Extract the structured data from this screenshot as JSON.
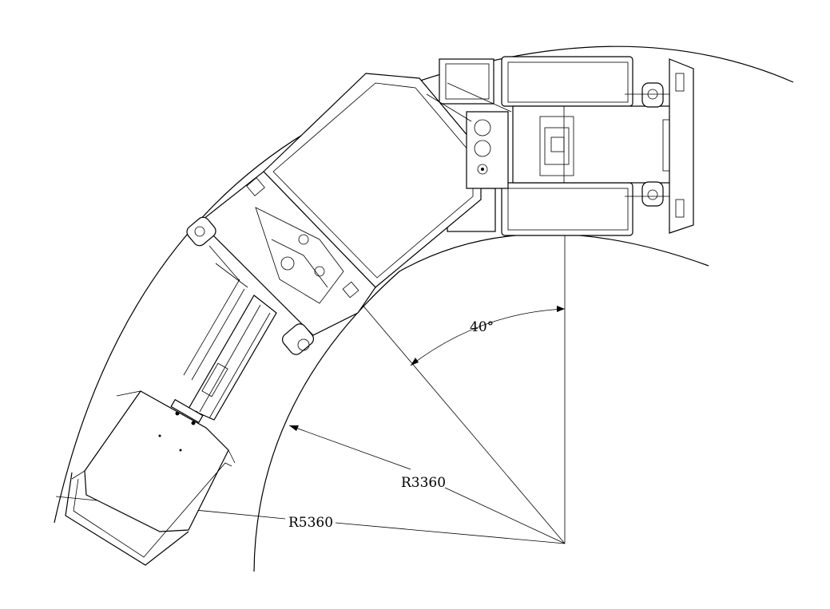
{
  "drawing": {
    "angle_label": "40°",
    "inner_radius_label": "R3360",
    "outer_radius_label": "R5360"
  },
  "colors": {
    "line": "#000000",
    "background": "#ffffff"
  }
}
